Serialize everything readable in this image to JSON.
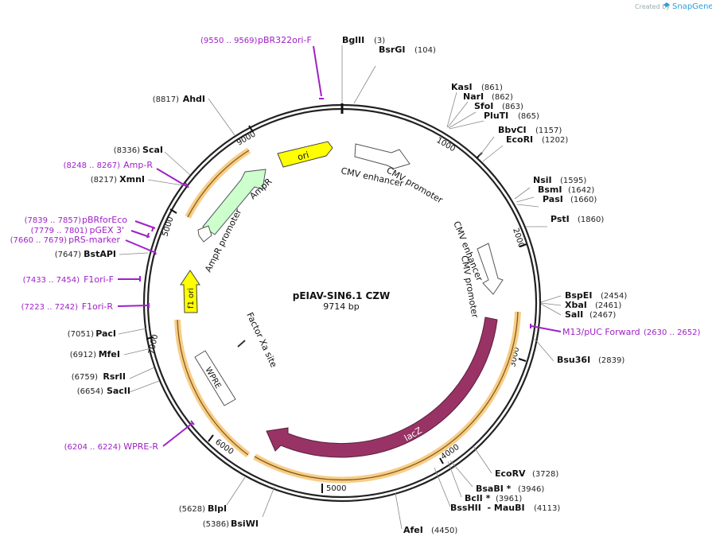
{
  "header": {
    "created_by": "Created by",
    "brand": "SnapGene",
    "logo_icon": "snapgene-logo-icon"
  },
  "plasmid": {
    "name": "pEIAV-SIN6.1 CZW",
    "length_label": "9714 bp",
    "length": 9714
  },
  "ticks": [
    {
      "label": "1000",
      "pos": 1000
    },
    {
      "label": "2000",
      "pos": 2000
    },
    {
      "label": "3000",
      "pos": 3000
    },
    {
      "label": "4000",
      "pos": 4000
    },
    {
      "label": "5000",
      "pos": 5000
    },
    {
      "label": "6000",
      "pos": 6000
    },
    {
      "label": "7000",
      "pos": 7000
    },
    {
      "label": "9000",
      "pos": 9000
    },
    {
      "label": "5000",
      "pos": 7880
    }
  ],
  "sites": [
    {
      "name": "BglII",
      "pos_label": "(3)",
      "pos": 3,
      "side": "right"
    },
    {
      "name": "BsrGI",
      "pos_label": "(104)",
      "pos": 104,
      "side": "right"
    },
    {
      "name": "KasI",
      "pos_label": "(861)",
      "pos": 861,
      "side": "right"
    },
    {
      "name": "NarI",
      "pos_label": "(862)",
      "pos": 862,
      "side": "right"
    },
    {
      "name": "SfoI",
      "pos_label": "(863)",
      "pos": 863,
      "side": "right"
    },
    {
      "name": "PluTI",
      "pos_label": "(865)",
      "pos": 865,
      "side": "right"
    },
    {
      "name": "BbvCI",
      "pos_label": "(1157)",
      "pos": 1157,
      "side": "right"
    },
    {
      "name": "EcoRI",
      "pos_label": "(1202)",
      "pos": 1202,
      "side": "right"
    },
    {
      "name": "NsiI",
      "pos_label": "(1595)",
      "pos": 1595,
      "side": "right"
    },
    {
      "name": "BsmI",
      "pos_label": "(1642)",
      "pos": 1642,
      "side": "right"
    },
    {
      "name": "PasI",
      "pos_label": "(1660)",
      "pos": 1660,
      "side": "right"
    },
    {
      "name": "PstI",
      "pos_label": "(1860)",
      "pos": 1860,
      "side": "right"
    },
    {
      "name": "BspEI",
      "pos_label": "(2454)",
      "pos": 2454,
      "side": "right"
    },
    {
      "name": "XbaI",
      "pos_label": "(2461)",
      "pos": 2461,
      "side": "right"
    },
    {
      "name": "SalI",
      "pos_label": "(2467)",
      "pos": 2467,
      "side": "right"
    },
    {
      "name": "Bsu36I",
      "pos_label": "(2839)",
      "pos": 2839,
      "side": "right"
    },
    {
      "name": "EcoRV",
      "pos_label": "(3728)",
      "pos": 3728,
      "side": "right"
    },
    {
      "name": "BsaBI *",
      "pos_label": "(3946)",
      "pos": 3946,
      "side": "right"
    },
    {
      "name": "BclI *",
      "pos_label": "(3961)",
      "pos": 3961,
      "side": "right"
    },
    {
      "name": "BssHII  - MauBI",
      "pos_label": "(4113)",
      "pos": 4113,
      "side": "right"
    },
    {
      "name": "AfeI",
      "pos_label": "(4450)",
      "pos": 4450,
      "side": "right"
    },
    {
      "name": "BsiWI",
      "pos_label": "(5386)",
      "pos": 5386,
      "side": "left"
    },
    {
      "name": "BlpI",
      "pos_label": "(5628)",
      "pos": 5628,
      "side": "left"
    },
    {
      "name": "SacII",
      "pos_label": "(6654)",
      "pos": 6654,
      "side": "left"
    },
    {
      "name": "RsrII",
      "pos_label": "(6759)",
      "pos": 6759,
      "side": "left"
    },
    {
      "name": "MfeI",
      "pos_label": "(6912)",
      "pos": 6912,
      "side": "left"
    },
    {
      "name": "PacI",
      "pos_label": "(7051)",
      "pos": 7051,
      "side": "left"
    },
    {
      "name": "BstAPI",
      "pos_label": "(7647)",
      "pos": 7647,
      "side": "left"
    },
    {
      "name": "XmnI",
      "pos_label": "(8217)",
      "pos": 8217,
      "side": "left"
    },
    {
      "name": "ScaI",
      "pos_label": "(8336)",
      "pos": 8336,
      "side": "left"
    },
    {
      "name": "AhdI",
      "pos_label": "(8817)",
      "pos": 8817,
      "side": "left"
    }
  ],
  "primers": [
    {
      "name": "pBR322ori-F",
      "range": "(9550 .. 9569)"
    },
    {
      "name": "Amp-R",
      "range": "(8248 .. 8267)"
    },
    {
      "name": "pBRforEco",
      "range": "(7839 .. 7857)"
    },
    {
      "name": "pGEX 3'",
      "range": "(7779 .. 7801)"
    },
    {
      "name": "pRS-marker",
      "range": "(7660 .. 7679)"
    },
    {
      "name": "F1ori-F",
      "range": "(7433 .. 7454)"
    },
    {
      "name": "F1ori-R",
      "range": "(7223 .. 7242)"
    },
    {
      "name": "WPRE-R",
      "range": "(6204 .. 6224)"
    },
    {
      "name": "M13/pUC Forward",
      "range": "(2630 .. 2652)"
    }
  ],
  "features": [
    {
      "name": "ori",
      "color": "#ffff00"
    },
    {
      "name": "CMV enhancer",
      "color": "#ffffff"
    },
    {
      "name": "CMV promoter",
      "color": "#ffffff"
    },
    {
      "name": "CMV enhancer",
      "color": "#ffffff"
    },
    {
      "name": "CMV promoter",
      "color": "#ffffff"
    },
    {
      "name": "AmpR",
      "color": "#ccffcc"
    },
    {
      "name": "AmpR promoter",
      "color": "#ffffff"
    },
    {
      "name": "f1 ori",
      "color": "#ffff00"
    },
    {
      "name": "Factor Xa site",
      "color": "#333333"
    },
    {
      "name": "WPRE",
      "color": "#ffffff"
    },
    {
      "name": "lacZ",
      "color": "#993366"
    }
  ],
  "colors": {
    "backbone": "#222222",
    "primer": "#a020c8",
    "orf_glow": "#f5c97a",
    "lacz": "#993366",
    "amp": "#ccffcc",
    "ori": "#ffff00"
  }
}
